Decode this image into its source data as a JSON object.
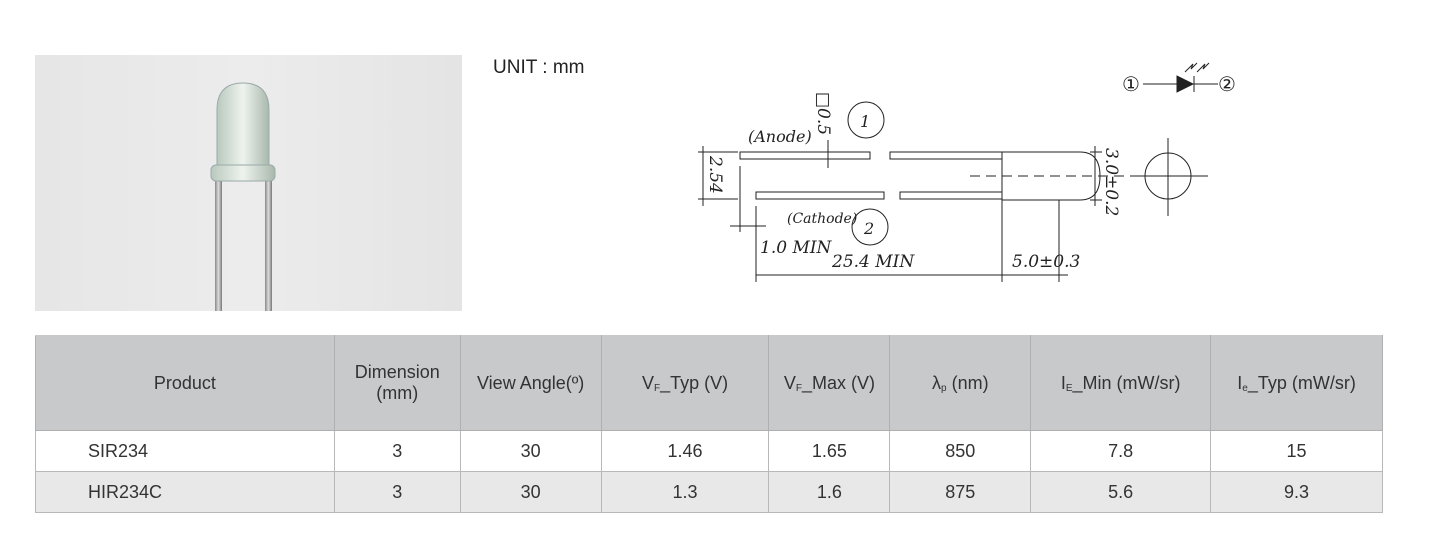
{
  "unit_label": "UNIT : mm",
  "drawing": {
    "anode": "(Anode)",
    "cathode": "(Cathode)",
    "lead_size": "□0.5",
    "pin1": "1",
    "pin2": "2",
    "pitch": "2.54",
    "diameter": "3.0±0.2",
    "min_stub": "1.0  MIN",
    "lead_length": "25.4  MIN",
    "body_length": "5.0±0.3",
    "symbol_pin1": "①",
    "symbol_pin2": "②"
  },
  "table": {
    "headers": [
      {
        "main": "Product",
        "sub": "",
        "rest": ""
      },
      {
        "main": "Dimension",
        "sub": "",
        "rest": "(mm)"
      },
      {
        "main": "View Angle(º)",
        "sub": "",
        "rest": ""
      },
      {
        "main": "V",
        "sub": "F",
        "rest": "_Typ (V)"
      },
      {
        "main": "V",
        "sub": "F",
        "rest": "_Max (V)"
      },
      {
        "main": "λ",
        "sub": "p",
        "rest": " (nm)"
      },
      {
        "main": "I",
        "sub": "E",
        "rest": "_Min (mW/sr)"
      },
      {
        "main": "I",
        "sub": "e",
        "rest": "_Typ (mW/sr)"
      }
    ],
    "rows": [
      [
        "SIR234",
        "3",
        "30",
        "1.46",
        "1.65",
        "850",
        "7.8",
        "15"
      ],
      [
        "HIR234C",
        "3",
        "30",
        "1.3",
        "1.6",
        "875",
        "5.6",
        "9.3"
      ]
    ]
  }
}
